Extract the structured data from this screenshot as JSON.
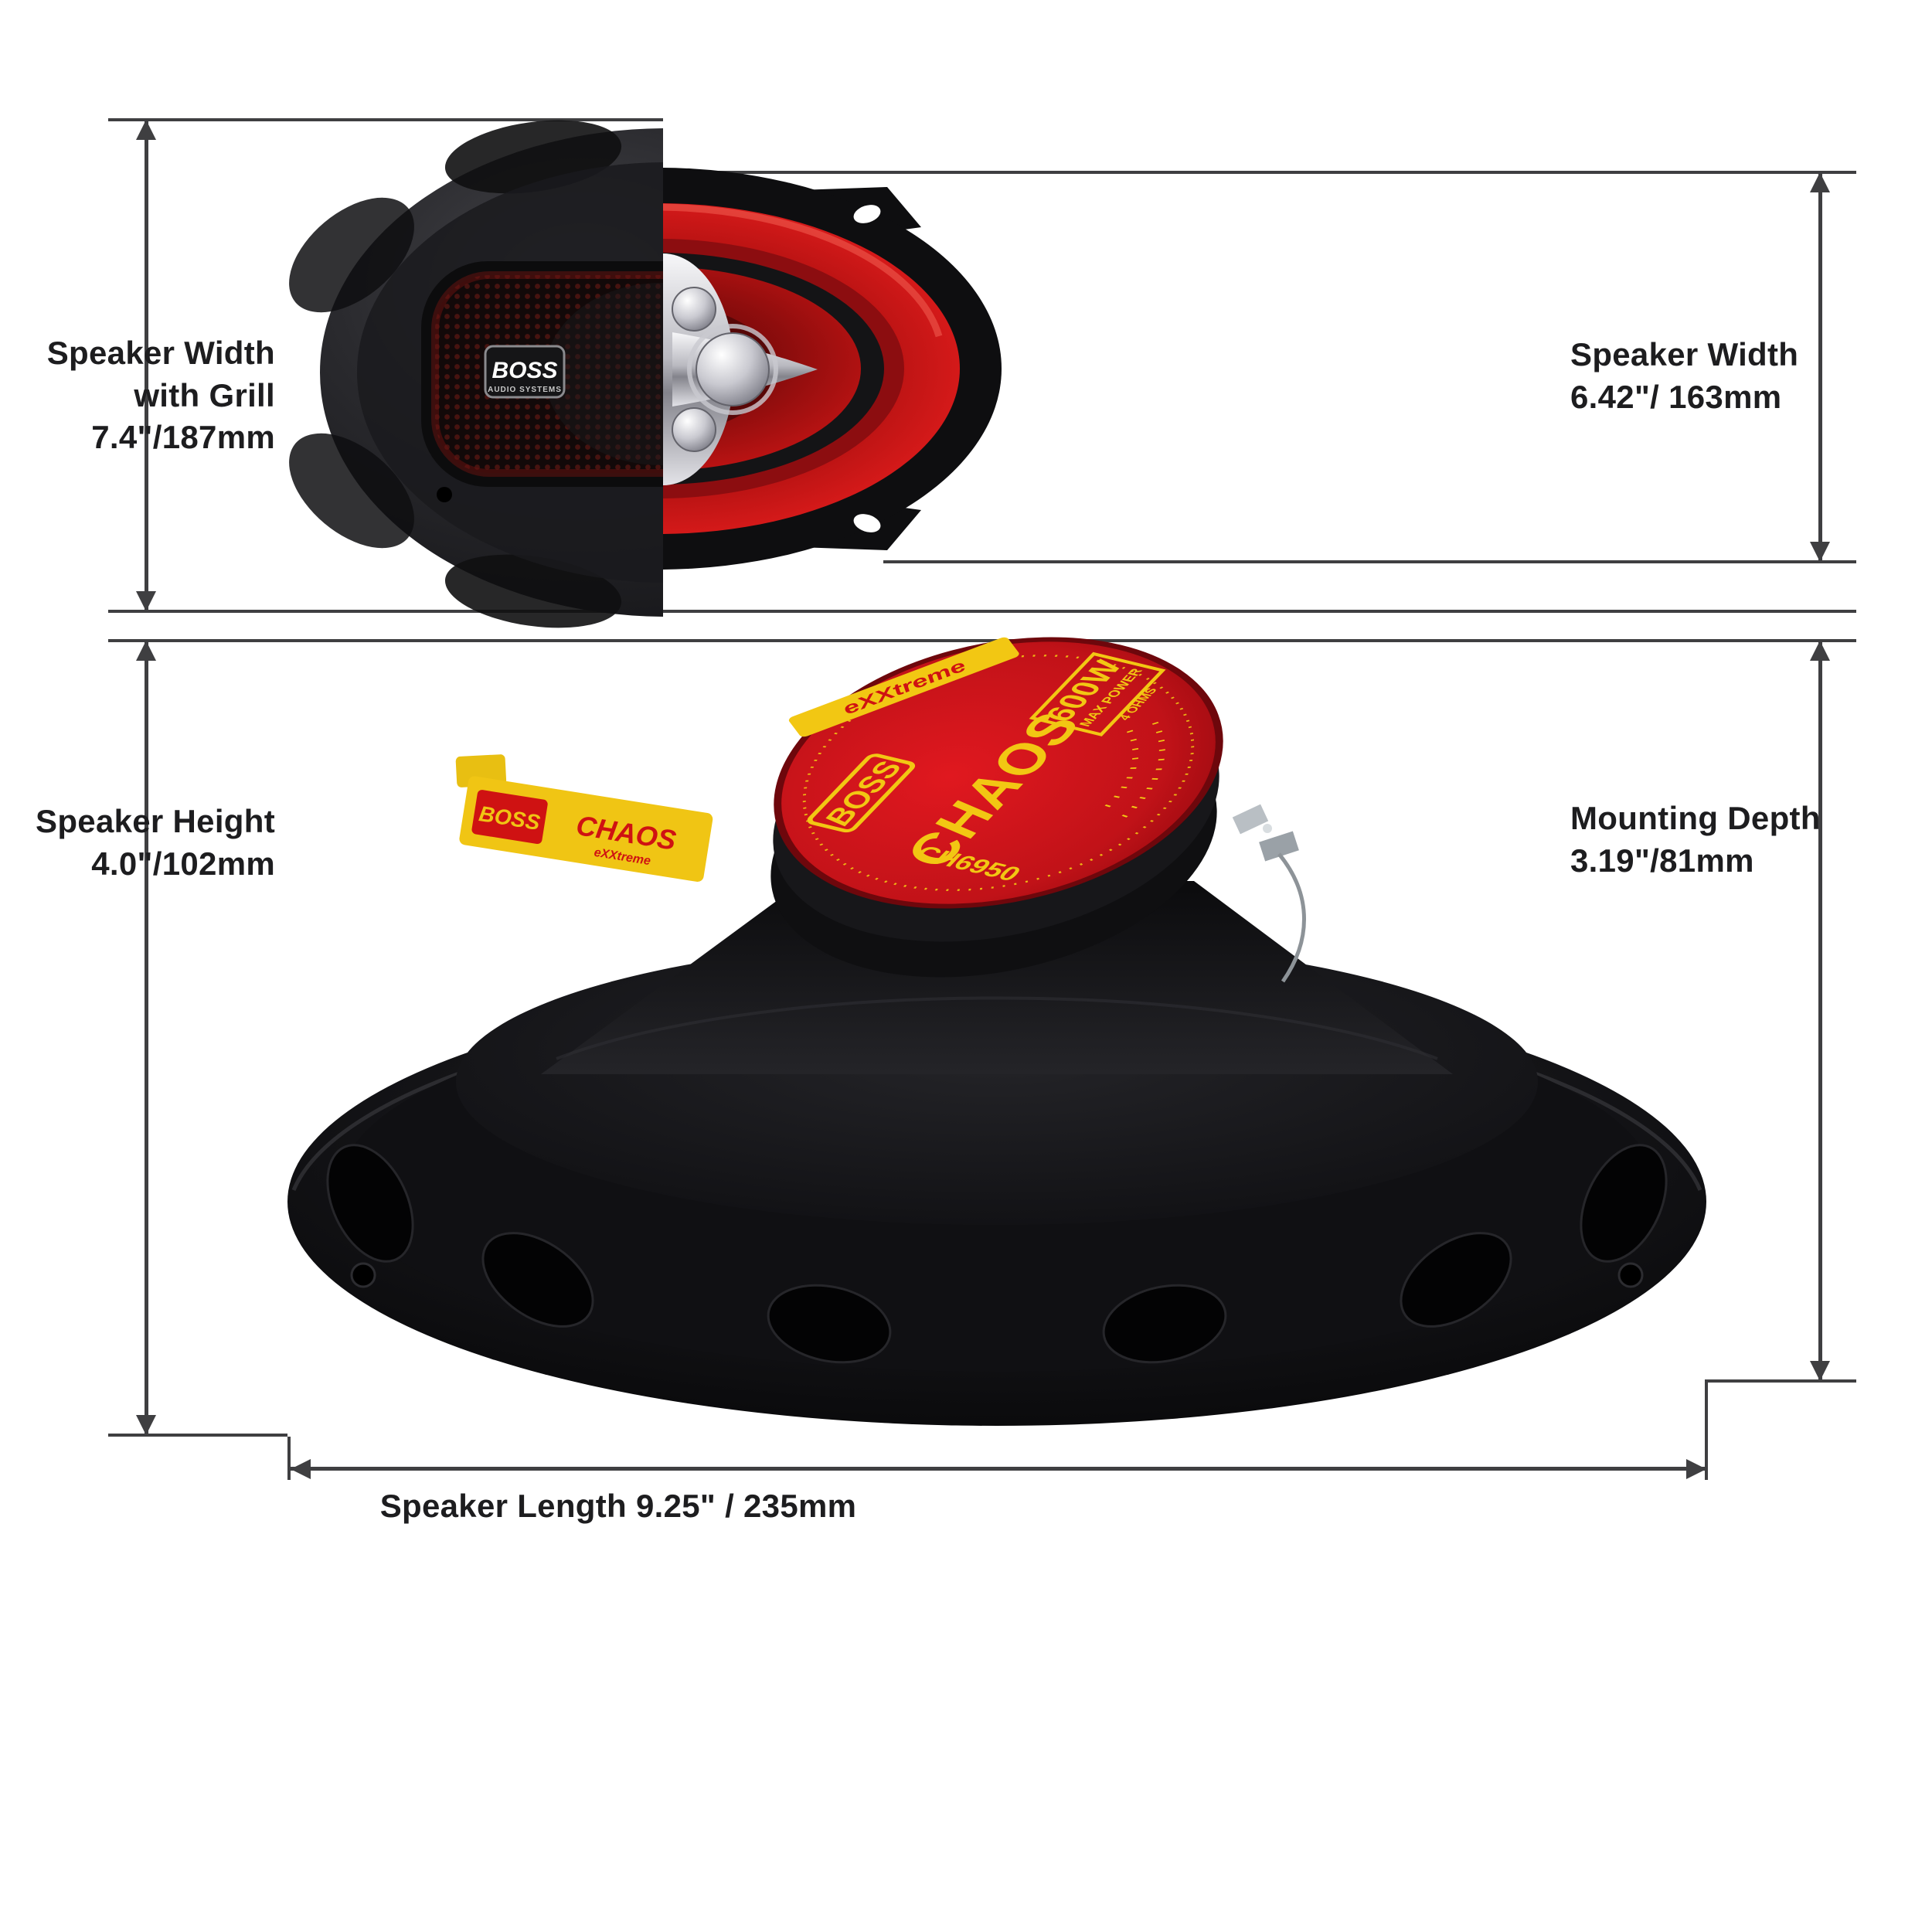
{
  "annotations": {
    "width_with_grill": {
      "line1": "Speaker Width",
      "line2": "with Grill",
      "line3": "7.4\"/187mm"
    },
    "width_no_grill": {
      "line1": "Speaker Width",
      "line2": "6.42\"/ 163mm"
    },
    "height": {
      "line1": "Speaker Height",
      "line2": "4.0\"/102mm"
    },
    "mounting_depth": {
      "line1": "Mounting Depth",
      "line2": "3.19\"/81mm"
    },
    "length": {
      "line1": "Speaker Length 9.25\" / 235mm"
    }
  },
  "product": {
    "grill_badge": {
      "brand": "BOSS",
      "sub": "AUDIO SYSTEMS"
    },
    "magnet_label": {
      "brand": "BOSS",
      "series": "CHAOS",
      "edition": "eXXtreme",
      "power": "600W",
      "power_sub": "MAX POWER",
      "impedance": "4 OHMS",
      "model": "CH6950"
    },
    "side_sticker": {
      "brand": "BOSS",
      "series": "CHAOS",
      "edition": "eXXtreme"
    }
  },
  "colors": {
    "dimension_line": "#3f3f41",
    "text": "#1d1d1f",
    "speaker_red": "#c91414",
    "label_red": "#cf1212",
    "label_yellow": "#f2c713",
    "background": "#ffffff"
  }
}
